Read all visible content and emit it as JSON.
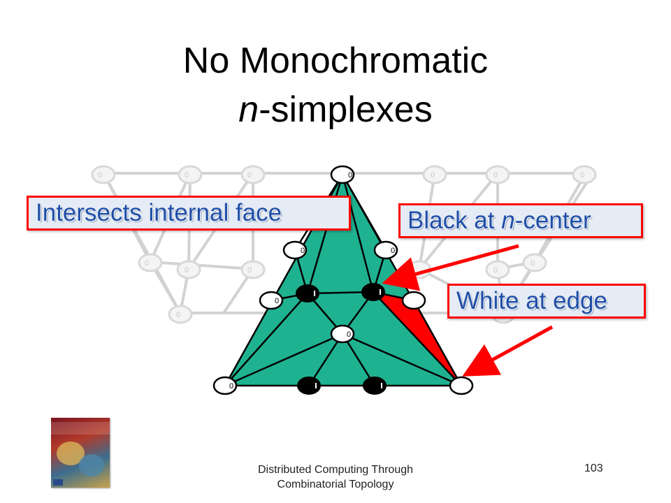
{
  "slide": {
    "title_line1": "No Monochromatic",
    "title_line2_italic": "n",
    "title_line2_rest": "-simplexes"
  },
  "callouts": {
    "internal_face": "Intersects internal face",
    "black_center_pre": "Black at ",
    "black_center_italic": "n",
    "black_center_post": "-center",
    "white_edge": "White at edge"
  },
  "vertex_label": "0",
  "footer": {
    "line1": "Distributed Computing Through",
    "line2": "Combinatorial Topology",
    "page_number": "103"
  },
  "colors": {
    "triangle_fill": "#1fb291",
    "highlight": "#ff0000",
    "callout_text": "#1f4ea8",
    "callout_bg": "#e6ecf5",
    "ghost": "#cfcfcf"
  }
}
